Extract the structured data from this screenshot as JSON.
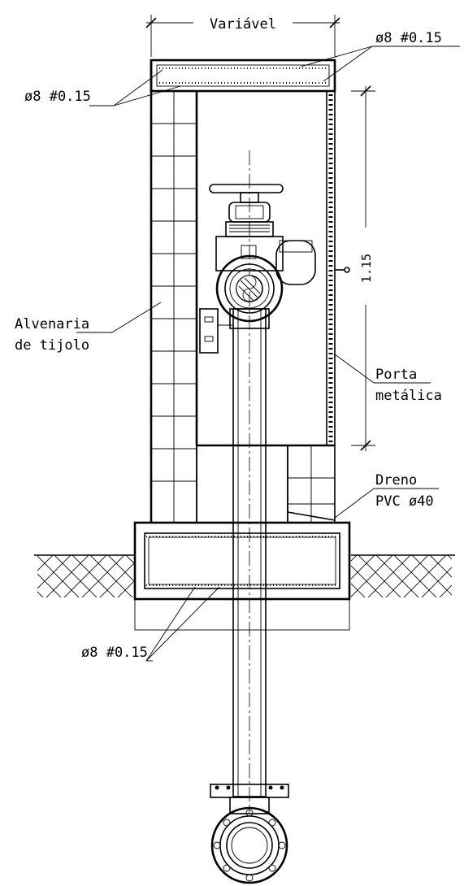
{
  "labels": {
    "width_dim": "Variável",
    "rebar_top_right": "ø8 #0.15",
    "rebar_top_left": "ø8 #0.15",
    "masonry_line1": "Alvenaria",
    "masonry_line2": "de tijolo",
    "height_dim": "1.15",
    "door_line1": "Porta",
    "door_line2": "metálica",
    "drain_line1": "Dreno",
    "drain_line2": "PVC ø40",
    "rebar_bottom": "ø8 #0.15"
  }
}
